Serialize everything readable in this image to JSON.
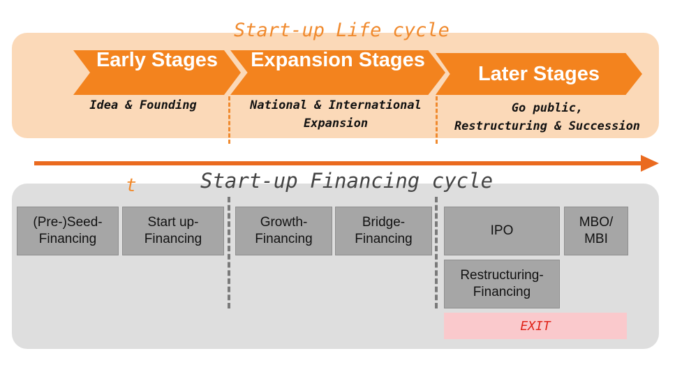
{
  "lifecycle": {
    "title": "Start-up Life cycle",
    "stages": [
      {
        "label": "Early Stages",
        "description": "Idea & Founding"
      },
      {
        "label": "Expansion Stages",
        "description": "National & International Expansion"
      },
      {
        "label": "Later Stages",
        "description_lines": [
          "Go public,",
          "Restructuring & Succession"
        ]
      }
    ]
  },
  "timeline": {
    "axis_label": "t"
  },
  "financing": {
    "title": "Start-up Financing cycle",
    "boxes": [
      {
        "lines": [
          "(Pre-)Seed-",
          "Financing"
        ]
      },
      {
        "lines": [
          "Start up-",
          "Financing"
        ]
      },
      {
        "lines": [
          "Growth-",
          "Financing"
        ]
      },
      {
        "lines": [
          "Bridge-",
          "Financing"
        ]
      },
      {
        "lines": [
          "IPO"
        ]
      },
      {
        "lines": [
          "MBO/",
          "MBI"
        ]
      },
      {
        "lines": [
          "Restructuring-",
          "Financing"
        ]
      }
    ],
    "exit_label": "EXIT"
  },
  "colors": {
    "accent_orange": "#f3831e",
    "arrow_orange": "#ea6a1f",
    "top_panel": "#fbd9b8",
    "bottom_panel": "#dedede",
    "box_gray": "#a6a6a6",
    "exit_bg": "#fac9cc",
    "exit_text": "#e0241a"
  }
}
